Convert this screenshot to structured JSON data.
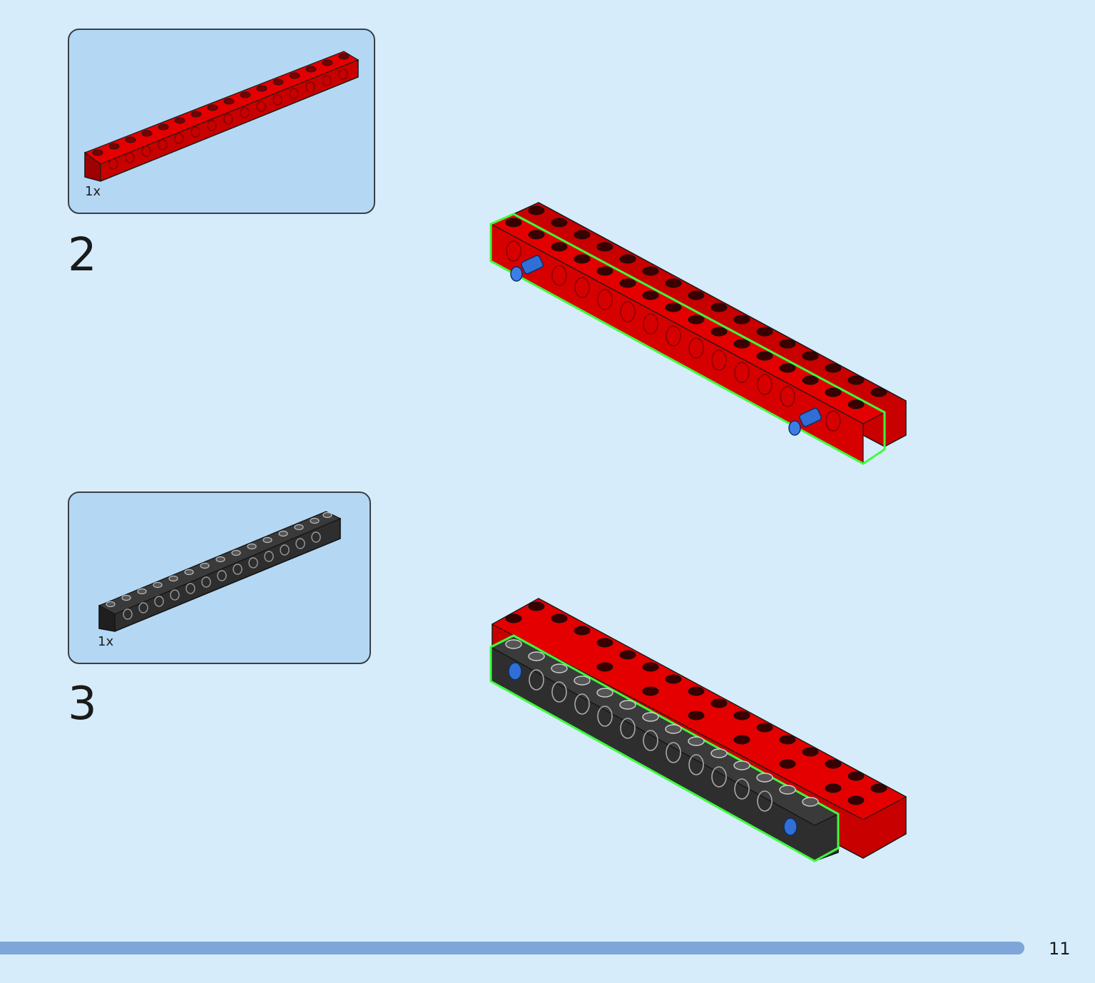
{
  "page": {
    "number": "11",
    "colors": {
      "background": "#d6ecfb",
      "callout": "#b4d8f4",
      "highlight": "#3cff3c",
      "progress": "#7fa6d8"
    }
  },
  "steps": [
    {
      "number": "2",
      "part": {
        "quantity": "1x",
        "color": "#e00000",
        "name-icon": "technic-brick-1x16-red-icon"
      }
    },
    {
      "number": "3",
      "part": {
        "quantity": "1x",
        "color": "#2e2e2e",
        "name-icon": "technic-brick-1x16-black-icon"
      }
    }
  ]
}
